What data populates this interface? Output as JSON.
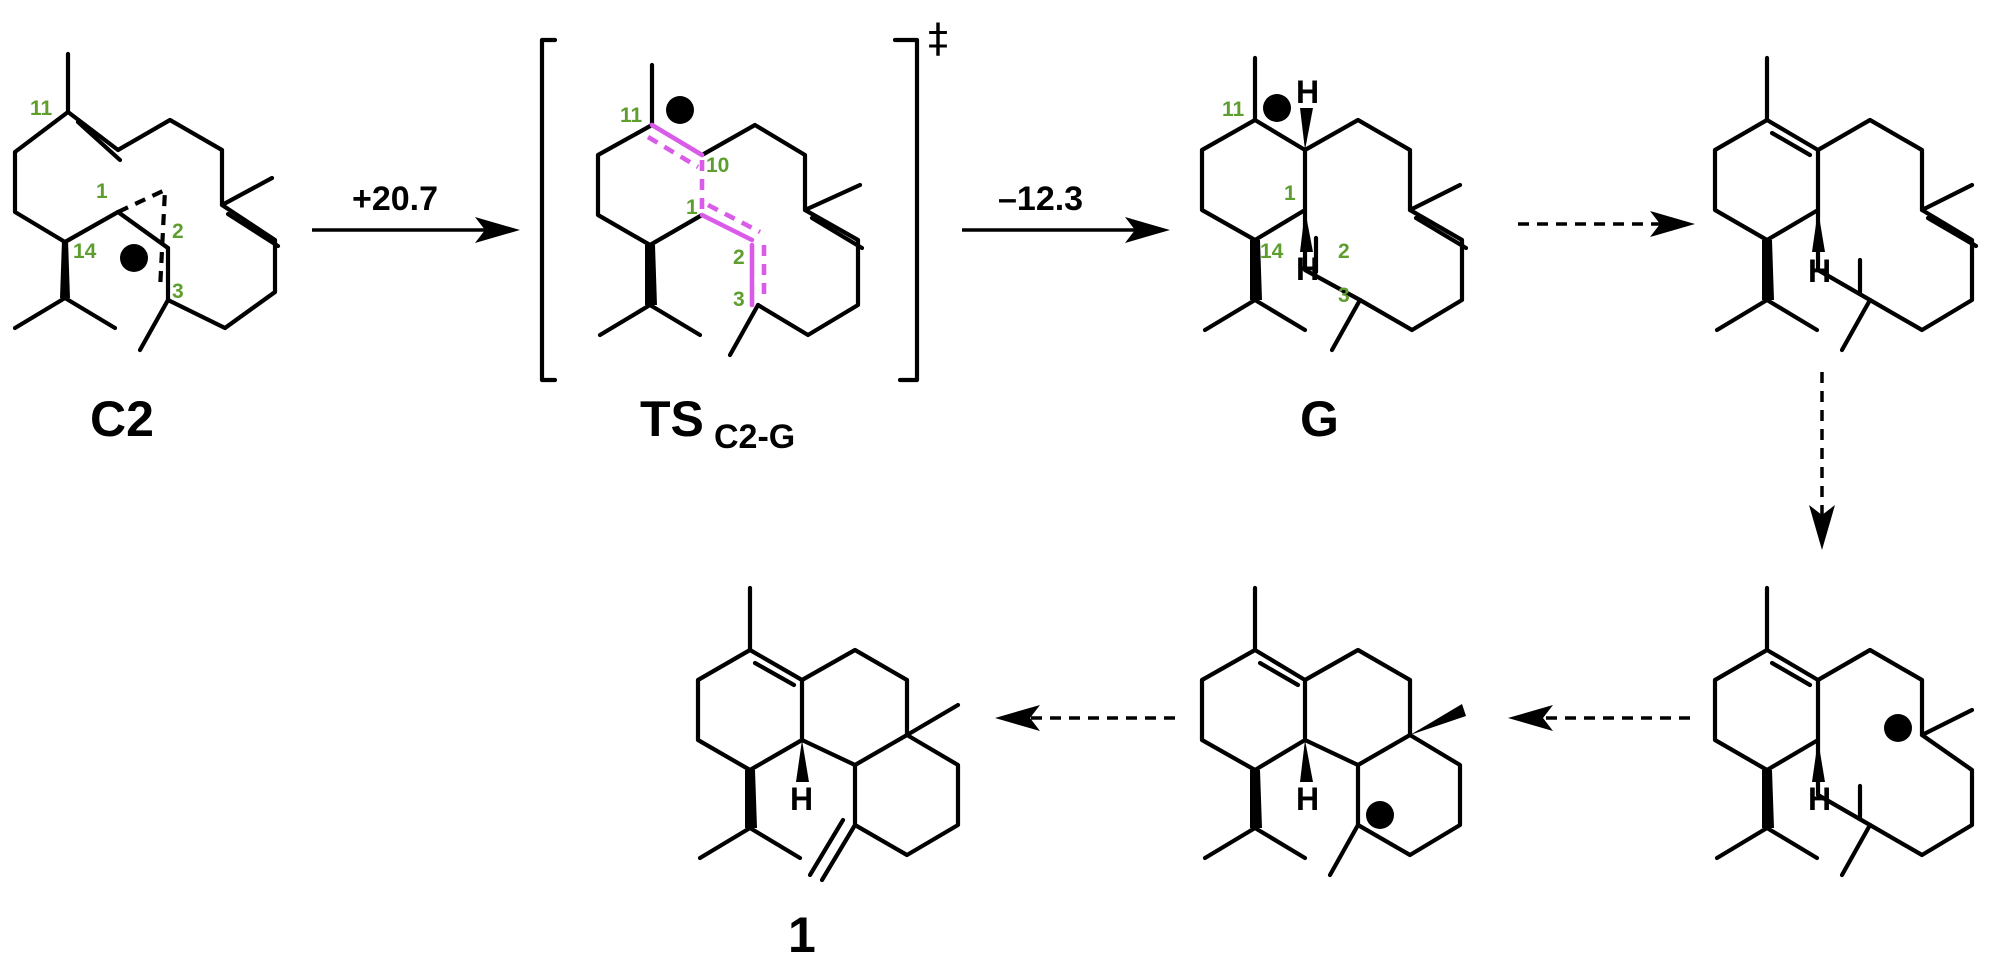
{
  "compounds": {
    "c2": {
      "label": "C2",
      "atoms": [
        "11",
        "1",
        "2",
        "14",
        "3"
      ]
    },
    "ts": {
      "label": "TS",
      "subscript": "C2-G",
      "dagger": "‡",
      "atoms": [
        "11",
        "10",
        "1",
        "2",
        "3"
      ]
    },
    "g": {
      "label": "G",
      "atoms": [
        "11",
        "1",
        "14",
        "2",
        "3"
      ],
      "h_top": "H",
      "h_bottom": "H"
    },
    "int1": {
      "h": "H"
    },
    "int2": {
      "h": "H"
    },
    "int3": {
      "h": "H"
    },
    "product": {
      "label": "1",
      "h": "H"
    }
  },
  "steps": {
    "step1": {
      "energy": "+20.7"
    },
    "step2": {
      "energy": "–12.3"
    }
  },
  "colors": {
    "cation": "#d2372a",
    "atom_numbers": "#5e9e2e",
    "forming_bonds": "#d95ce8",
    "bonds": "#000000"
  },
  "icons": [
    "plus-circle-icon",
    "arrow-right-icon",
    "dashed-arrow-icon"
  ]
}
